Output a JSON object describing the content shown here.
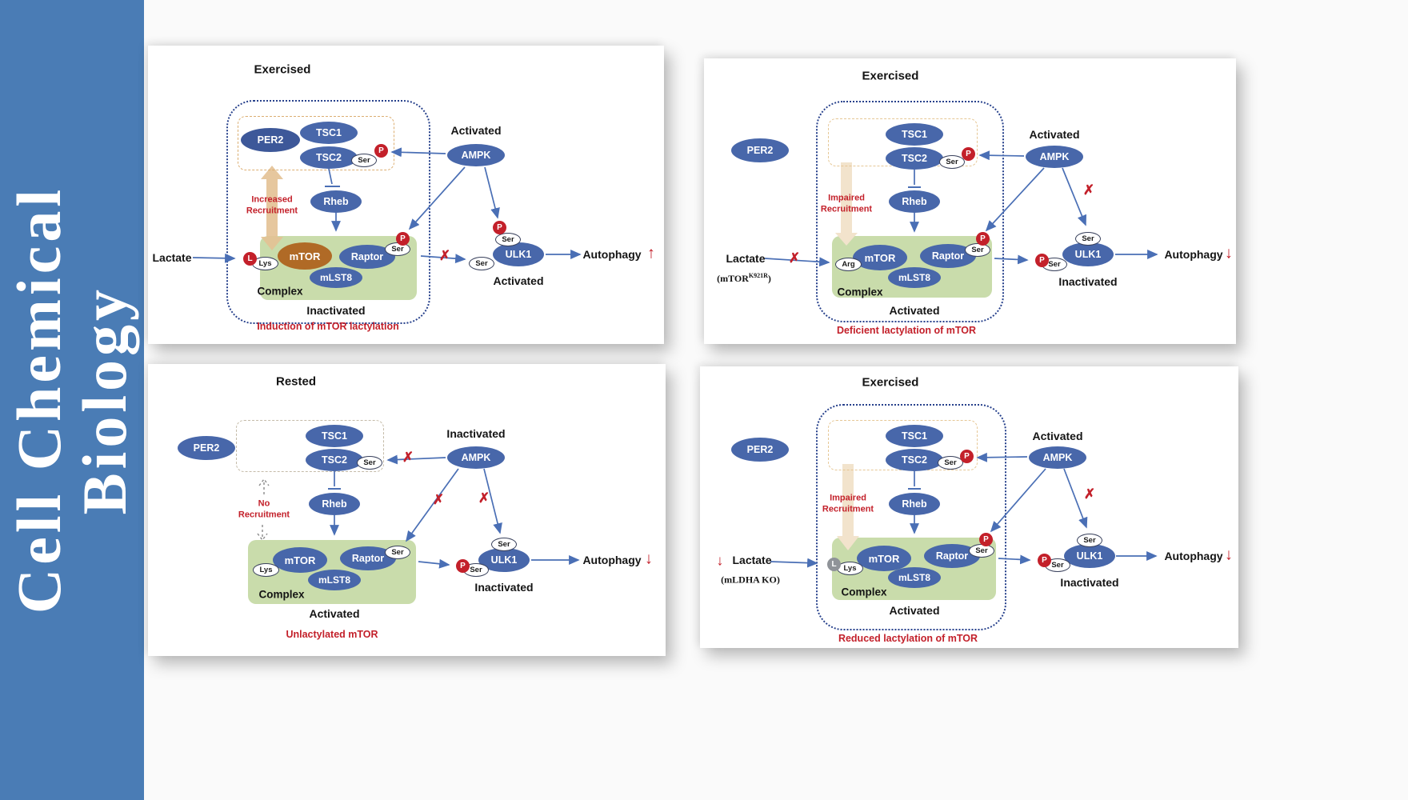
{
  "journal": {
    "line1": "Cell Chemical",
    "line2": "Biology"
  },
  "common": {
    "per2": "PER2",
    "tsc1": "TSC1",
    "tsc2": "TSC2",
    "rheb": "Rheb",
    "mtor": "mTOR",
    "raptor": "Raptor",
    "mlst8": "mLST8",
    "ampk": "AMPK",
    "ulk1": "ULK1",
    "ser": "Ser",
    "lys": "Lys",
    "arg": "Arg",
    "p": "P",
    "l": "L",
    "complex": "Complex",
    "lactate": "Lactate",
    "autophagy": "Autophagy",
    "x_mark": "✗",
    "up": "↑",
    "down": "↓"
  },
  "p1": {
    "title": "Exercised",
    "ampk_state": "Activated",
    "recruitment": "Increased\nRecruitment",
    "complex_state": "Inactivated",
    "ulk1_state": "Activated",
    "autophagy_dir": "↑",
    "caption": "Induction of mTOR lactylation"
  },
  "p2": {
    "title": "Exercised",
    "ampk_state": "Activated",
    "recruitment": "Impaired\nRecruitment",
    "complex_state": "Activated",
    "ulk1_state": "Inactivated",
    "autophagy_dir": "↓",
    "caption": "Deficient lactylation of mTOR",
    "mutant_base": "(mTOR",
    "mutant_sup": "K921R",
    "mutant_close": ")"
  },
  "p3": {
    "title": "Rested",
    "ampk_state": "Inactivated",
    "recruitment": "No\nRecruitment",
    "complex_state": "Activated",
    "ulk1_state": "Inactivated",
    "autophagy_dir": "↓",
    "caption": "Unlactylated mTOR"
  },
  "p4": {
    "title": "Exercised",
    "ampk_state": "Activated",
    "recruitment": "Impaired\nRecruitment",
    "complex_state": "Activated",
    "ulk1_state": "Inactivated",
    "autophagy_dir": "↓",
    "lactate_dir": "↓",
    "ko_label": "(mLDHA KO)",
    "caption": "Reduced lactylation of mTOR"
  }
}
